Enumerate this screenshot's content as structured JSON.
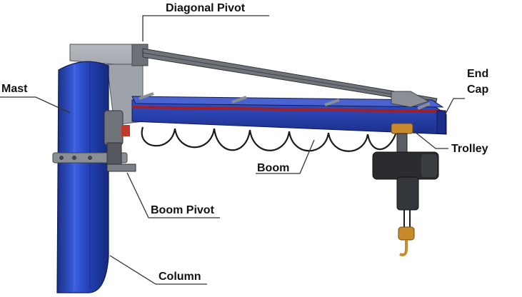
{
  "labels": {
    "diagonal_pivot": "Diagonal Pivot",
    "end_cap_line1": "End",
    "end_cap_line2": "Cap",
    "mast": "Mast",
    "trolley": "Trolley",
    "boom": "Boom",
    "boom_pivot": "Boom Pivot",
    "column": "Column"
  },
  "colors": {
    "column_blue": "#1f3fb0",
    "beam_blue": "#2540b8",
    "steel_gray": "#8a8f96",
    "hoist_dark": "#2a2c30",
    "cable": "#1a1a1a",
    "trolley_brass": "#c88a2a",
    "red_stripe": "#a0202a"
  }
}
